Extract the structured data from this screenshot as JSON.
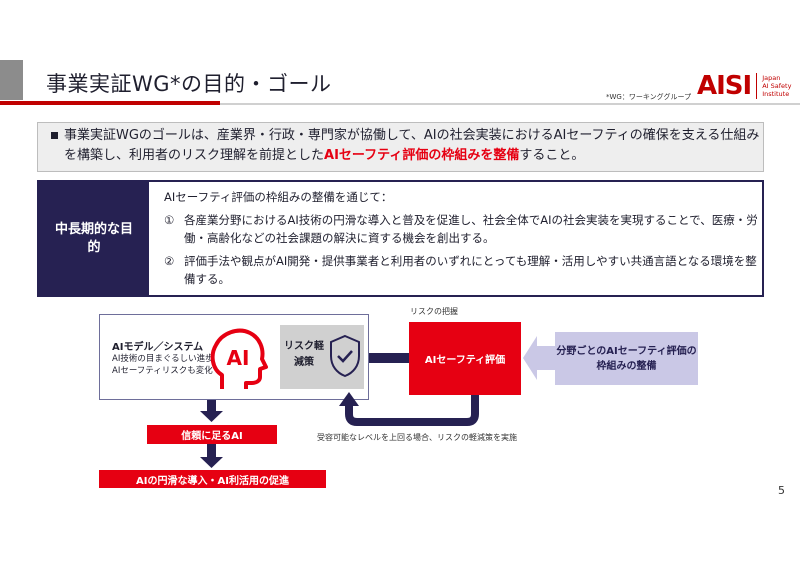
{
  "header": {
    "title": "事業実証WG*の目的・ゴール",
    "wg_note": "*WG：ワーキンググループ",
    "logo_main": "AISI",
    "logo_sub": [
      "Japan",
      "AI Safety",
      "Institute"
    ]
  },
  "goal": {
    "text_before": "事業実証WGのゴールは、産業界・行政・専門家が協働して、AIの社会実装におけるAIセーフティの確保を支える仕組みを構築し、利用者のリスク理解を前提とした",
    "text_highlight": "AIセーフティ評価の枠組みを整備",
    "text_after": "すること。"
  },
  "purpose": {
    "label": "中長期的な目的",
    "intro": "AIセーフティ評価の枠組みの整備を通じて：",
    "items": [
      {
        "num": "①",
        "text": "各産業分野におけるAI技術の円滑な導入と普及を促進し、社会全体でAIの社会実装を実現することで、医療・労働・高齢化などの社会課題の解決に資する機会を創出する。"
      },
      {
        "num": "②",
        "text": "評価手法や観点がAI開発・提供事業者と利用者のいずれにとっても理解・活用しやすい共通言語となる環境を整備する。"
      }
    ]
  },
  "diagram": {
    "model_title": "AIモデル／システム",
    "model_sub1": "AI技術の目まぐるしい進歩",
    "model_sub2": "AIセーフティリスクも変化",
    "ai_label": "AI",
    "risk_label": "リスク軽減策",
    "risk_grasp": "リスクの把握",
    "safety_eval": "AIセーフティ評価",
    "framework": "分野ごとのAIセーフティ評価の枠組みの整備",
    "accept_note": "受容可能なレベルを上回る場合、リスクの軽減策を実施",
    "trust": "信頼に足るAI",
    "promotion": "AIの円滑な導入・AI利活用の促進",
    "colors": {
      "red": "#e60012",
      "navy": "#262152",
      "lavender": "#cac8e6",
      "grey": "#d0d0d0"
    }
  },
  "page_number": "5"
}
